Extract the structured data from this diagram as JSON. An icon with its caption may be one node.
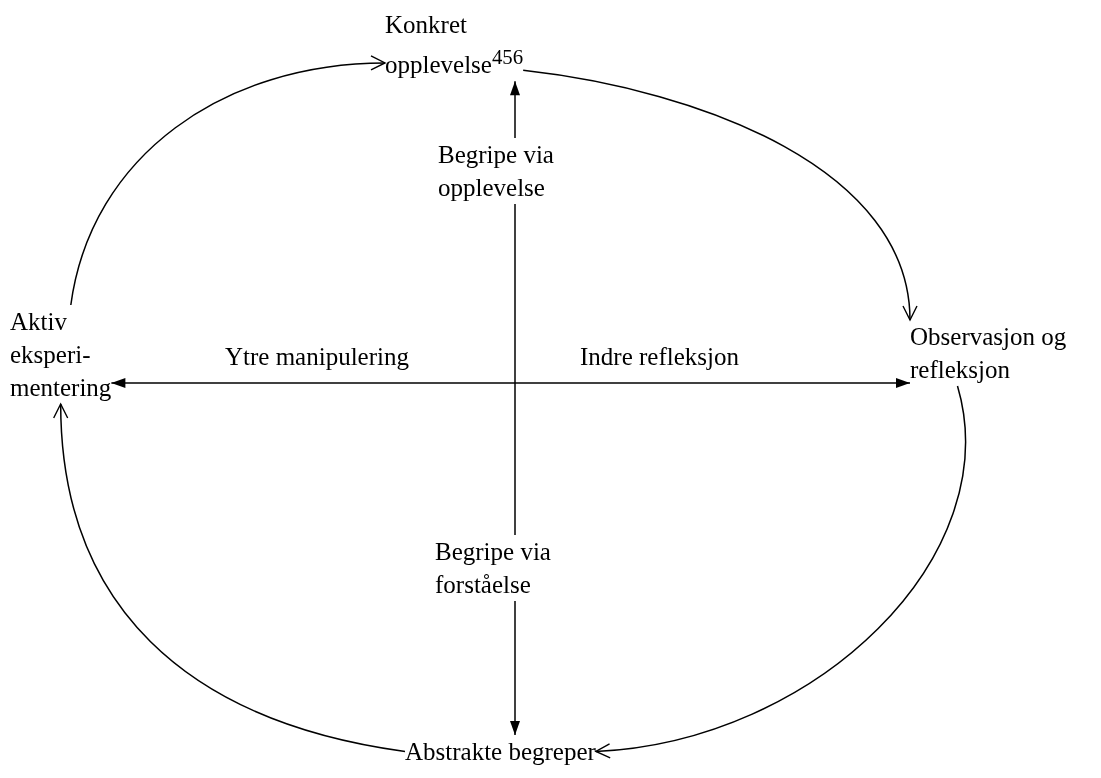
{
  "diagram": {
    "nodes": [
      {
        "text": [
          "Konkret opplevelse$^{456}$"
        ]
      },
      {
        "text": [
          "Observasjon og refleksjon"
        ]
      },
      {
        "text": [
          "Abstrakte begreper"
        ]
      },
      {
        "text": [
          "Aktiv eksperi- mentering"
        ]
      }
    ],
    "edges": [
      {
        "from": 0,
        "to": 1,
        "arrow": "to"
      },
      {
        "from": 1,
        "to": 2,
        "arrow": "to"
      },
      {
        "from": 2,
        "to": 3,
        "arrow": "to"
      },
      {
        "from": 3,
        "to": 0,
        "arrow": "to"
      },
      {
        "from": 0,
        "to": 2,
        "arrow": "both"
      },
      {
        "from": 3,
        "to": 1,
        "arrow": "both"
      }
    ],
    "labels": [
      "Begripe via opplevelse",
      "Ytre manipulering",
      "Indre refleksjon",
      "Begripe via forståelse"
    ]
  }
}
